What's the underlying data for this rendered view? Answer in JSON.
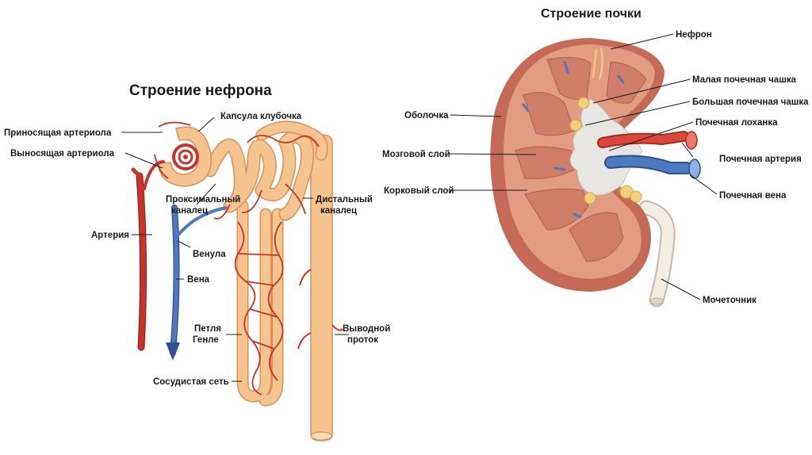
{
  "nephron": {
    "title": "Строение нефрона",
    "labels": {
      "afferent": "Приносящая артериола",
      "efferent": "Выносящая артериола",
      "capsule": "Капсула клубочка",
      "proximal_1": "Проксимальный",
      "proximal_2": "каналец",
      "distal_1": "Дистальный",
      "distal_2": "каналец",
      "artery": "Артерия",
      "venule": "Венула",
      "vein": "Вена",
      "loop_1": "Петля",
      "loop_2": "Генле",
      "duct_1": "Выводной",
      "duct_2": "проток",
      "network": "Сосудистая сеть"
    }
  },
  "kidney": {
    "title": "Строение почки",
    "labels": {
      "nephron": "Нефрон",
      "minor_calyx": "Малая почечная чашка",
      "major_calyx": "Большая почечная чашка",
      "pelvis": "Почечная лоханка",
      "renal_artery": "Почечная артерия",
      "renal_vein": "Почечная вена",
      "ureter": "Мочеточник",
      "capsule": "Оболочка",
      "medulla": "Мозговой слой",
      "cortex": "Корковый слой"
    }
  },
  "colors": {
    "tubule": "#f6c48f",
    "tubule_edge": "#d9905a",
    "artery": "#c9342a",
    "vein": "#4f79bf",
    "kidney_tissue": "#e39b82",
    "kidney_outer": "#c56a57",
    "pyramid": "#cf7c69",
    "calyx": "#e8e6e3"
  }
}
